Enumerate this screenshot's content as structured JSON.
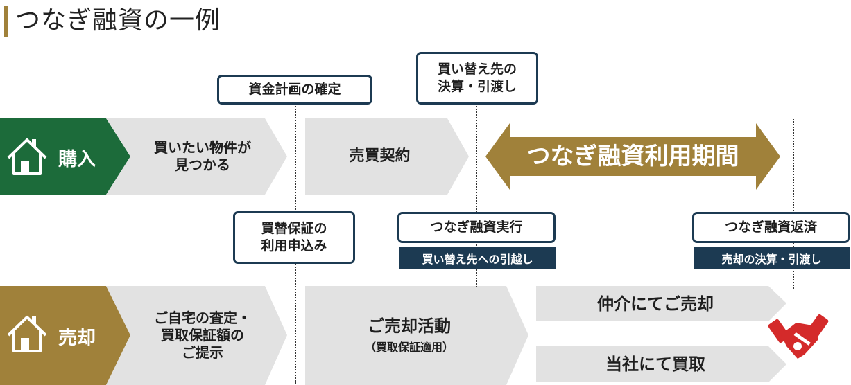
{
  "title": "つなぎ融資の一例",
  "colors": {
    "green": "#1c6b3a",
    "gold": "#a0813a",
    "navy": "#1c3a52",
    "gray": "#e2e2e2"
  },
  "purchase": {
    "label": "購入",
    "icon": "house-icon",
    "step1": [
      "買いたい物件が",
      "見つかる"
    ],
    "step2": "売買契約",
    "period": "つなぎ融資利用期間"
  },
  "sale": {
    "label": "売却",
    "icon": "house-icon",
    "step1": [
      "ご自宅の査定・",
      "買取保証額の",
      "ご提示"
    ],
    "step2": "ご売却活動",
    "step2_sub": "（買取保証適用）",
    "option1": "仲介にてご売却",
    "option2": "当社にて買取",
    "handshake_icon": "handshake-icon"
  },
  "milestones": {
    "plan": "資金計画の確定",
    "buy_settle": [
      "買い替え先の",
      "決算・引渡し"
    ],
    "guarantee": [
      "買替保証の",
      "利用申込み"
    ],
    "loan_exec": "つなぎ融資実行",
    "loan_exec_band": "買い替え先への引越し",
    "loan_repay": "つなぎ融資返済",
    "loan_repay_band": "売却の決算・引渡し"
  }
}
